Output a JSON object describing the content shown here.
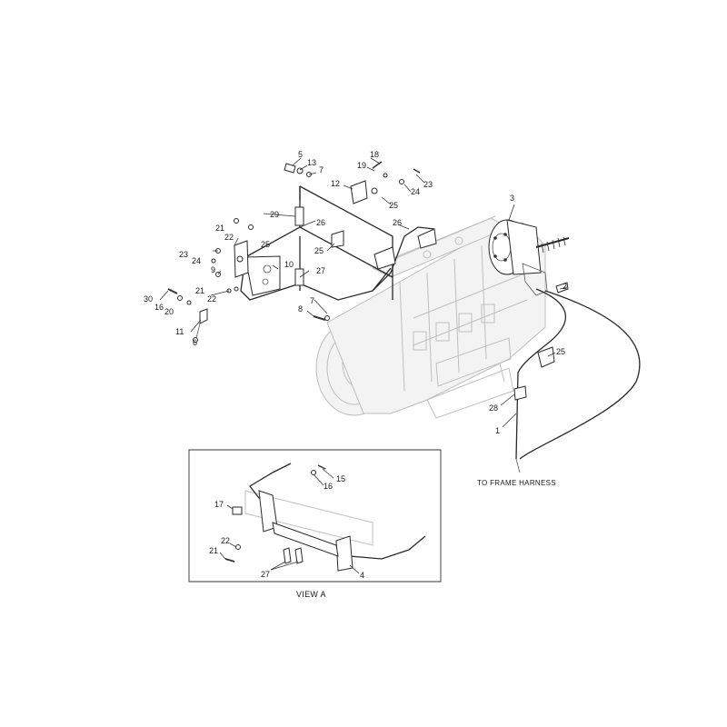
{
  "diagram": {
    "view_a_label": "VIEW A",
    "harness_note": "TO FRAME HARNESS",
    "main_callouts": [
      "5",
      "13",
      "7",
      "18",
      "19",
      "12",
      "25",
      "24",
      "23",
      "29",
      "21",
      "22",
      "26",
      "25",
      "23",
      "24",
      "10",
      "25",
      "9",
      "21",
      "22",
      "27",
      "30",
      "16",
      "20",
      "11",
      "8",
      "7",
      "6",
      "3",
      "2",
      "25",
      "28",
      "1",
      "26"
    ],
    "view_a_callouts": [
      "15",
      "16",
      "17",
      "22",
      "21",
      "27",
      "4"
    ]
  }
}
